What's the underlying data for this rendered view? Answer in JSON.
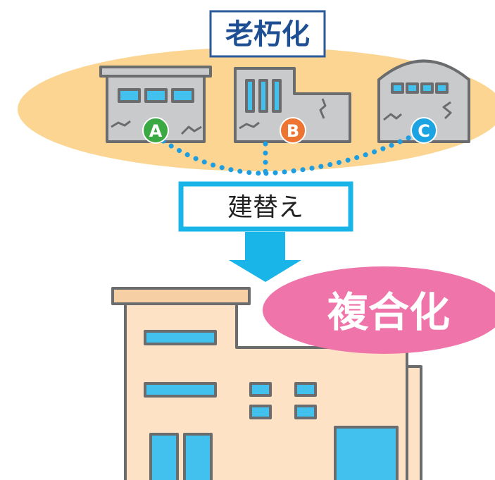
{
  "header": {
    "label": "老朽化"
  },
  "buildings": [
    {
      "marker": "A",
      "marker_color": "#3aa843"
    },
    {
      "marker": "B",
      "marker_color": "#ee7432"
    },
    {
      "marker": "C",
      "marker_color": "#1ba3e2"
    }
  ],
  "action": {
    "label": "建替え"
  },
  "result": {
    "label": "複合化"
  },
  "colors": {
    "cloud": "#fbd591",
    "building_gray": "#c9cacb",
    "outline": "#6b6c6e",
    "window_blue": "#43c1ee",
    "arrow_blue": "#19b4e8",
    "dot_blue": "#1e9ee0",
    "header_border": "#2a5a9a",
    "header_text": "#1e4f93",
    "pink": "#ee74a9",
    "new_building": "#fde2c6",
    "roof": "#f7cfa4"
  }
}
